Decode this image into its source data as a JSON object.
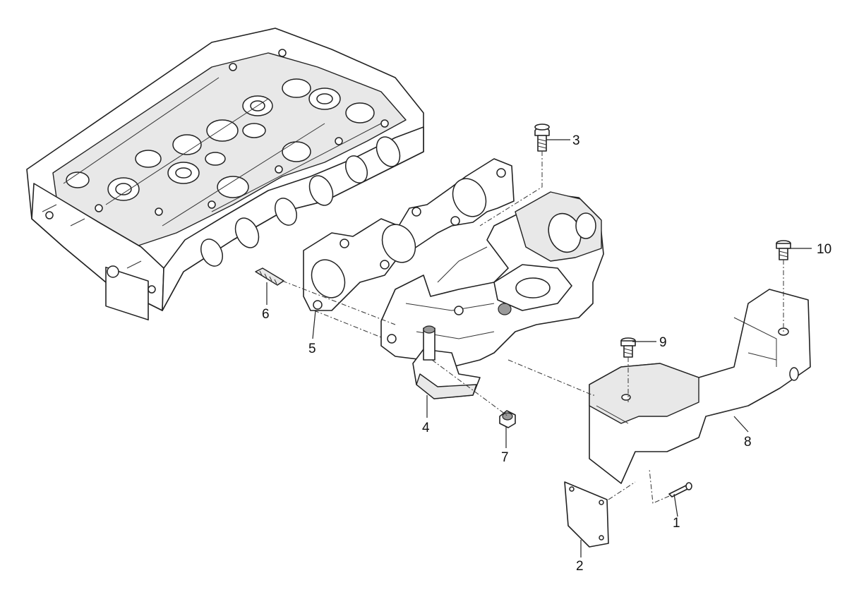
{
  "callouts": {
    "p1": "1",
    "p2": "2",
    "p3": "3",
    "p4": "4",
    "p5": "5",
    "p6": "6",
    "p7": "7",
    "p8": "8",
    "p9": "9",
    "p10": "10"
  }
}
